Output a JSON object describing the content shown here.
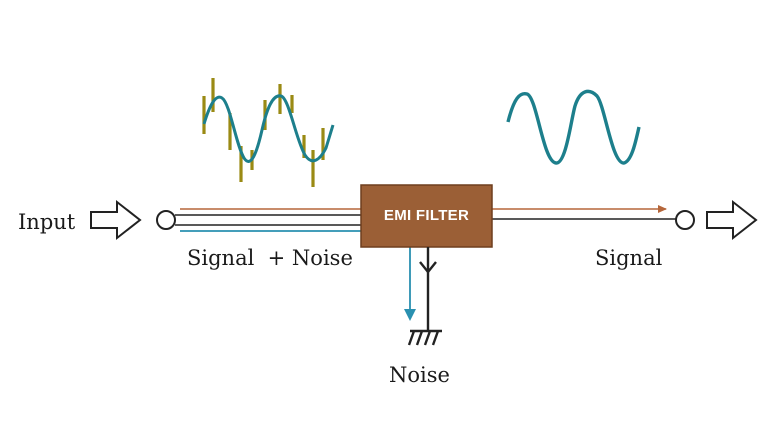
{
  "labels": {
    "input": "Input",
    "filter": "EMI FILTER",
    "signal_plus_noise": "Signal  + Noise",
    "signal_out": "Signal",
    "noise": "Noise"
  },
  "colors": {
    "filter_fill": "#9b5f36",
    "filter_border": "#6e3f1f",
    "signal_path": "#b5663a",
    "noise_path": "#2a90b0",
    "sine_wave": "#1d7f8c",
    "noise_spikes": "#9a8a14",
    "wire": "#222222"
  },
  "icons": [
    "input-arrow-icon",
    "output-arrow-icon",
    "ground-icon"
  ]
}
